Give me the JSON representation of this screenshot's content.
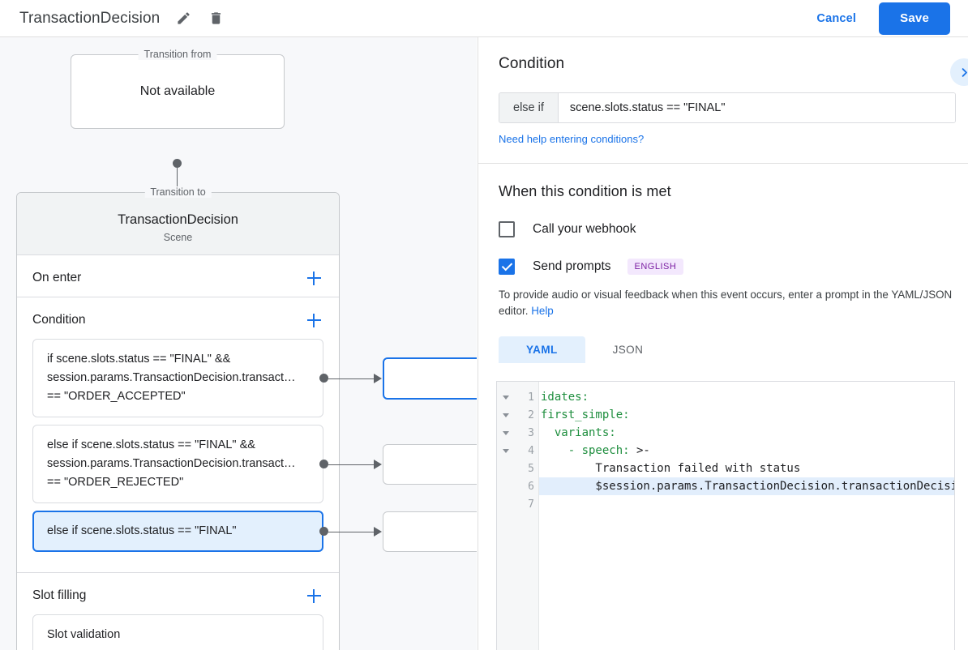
{
  "topbar": {
    "title": "TransactionDecision",
    "edit_icon": "pencil-icon",
    "delete_icon": "trash-icon",
    "cancel_label": "Cancel",
    "save_label": "Save",
    "accent_color": "#1a73e8"
  },
  "canvas": {
    "transition_from": {
      "legend": "Transition from",
      "value": "Not available"
    },
    "transition_to": {
      "legend": "Transition to",
      "scene_name": "TransactionDecision",
      "scene_kind": "Scene"
    },
    "sections": [
      {
        "title": "On enter",
        "add_icon": "plus-icon",
        "items": []
      },
      {
        "title": "Condition",
        "add_icon": "plus-icon",
        "items": [
          {
            "text": "if scene.slots.status == \"FINAL\" && session.params.TransactionDecision.transact… == \"ORDER_ACCEPTED\"",
            "selected": false
          },
          {
            "text": "else if scene.slots.status == \"FINAL\" && session.params.TransactionDecision.transact… == \"ORDER_REJECTED\"",
            "selected": false
          },
          {
            "text": "else if scene.slots.status == \"FINAL\"",
            "selected": true
          }
        ]
      },
      {
        "title": "Slot filling",
        "add_icon": "plus-icon",
        "items": [
          {
            "text": "Slot validation",
            "selected": false
          }
        ]
      }
    ],
    "target_boxes": [
      {
        "selected": true
      },
      {
        "selected": false
      },
      {
        "selected": false
      }
    ]
  },
  "panel": {
    "heading": "Condition",
    "expand_icon": "chevron-right-icon",
    "condition": {
      "prefix": "else if",
      "value": "scene.slots.status == \"FINAL\"",
      "placeholder": ""
    },
    "help_link": "Need help entering conditions?",
    "when_heading": "When this condition is met",
    "webhook": {
      "label": "Call your webhook",
      "checked": false
    },
    "prompts": {
      "label": "Send prompts",
      "checked": true,
      "badge": "ENGLISH",
      "badge_color": "#7b1fa2"
    },
    "hint_before": "To provide audio or visual feedback when this event occurs, enter a prompt in the YAML/JSON editor. ",
    "hint_link": "Help",
    "tabs": [
      {
        "label": "YAML",
        "active": true
      },
      {
        "label": "JSON",
        "active": false
      }
    ],
    "editor": {
      "lines": [
        {
          "n": "1",
          "fold": true,
          "text": "idates:",
          "key_end": 7
        },
        {
          "n": "2",
          "fold": true,
          "text": "first_simple:",
          "key_end": 13
        },
        {
          "n": "3",
          "fold": true,
          "text": "  variants:",
          "key_end": 11
        },
        {
          "n": "4",
          "fold": true,
          "text": "    - speech: >-",
          "key_end": 13
        },
        {
          "n": "5",
          "fold": false,
          "text": "        Transaction failed with status",
          "key_end": 0
        },
        {
          "n": "6",
          "fold": false,
          "text": "        $session.params.TransactionDecision.transactionDecision.transactionDecision",
          "key_end": 0,
          "highlight": true
        },
        {
          "n": "7",
          "fold": false,
          "text": "",
          "key_end": 0
        }
      ]
    }
  }
}
